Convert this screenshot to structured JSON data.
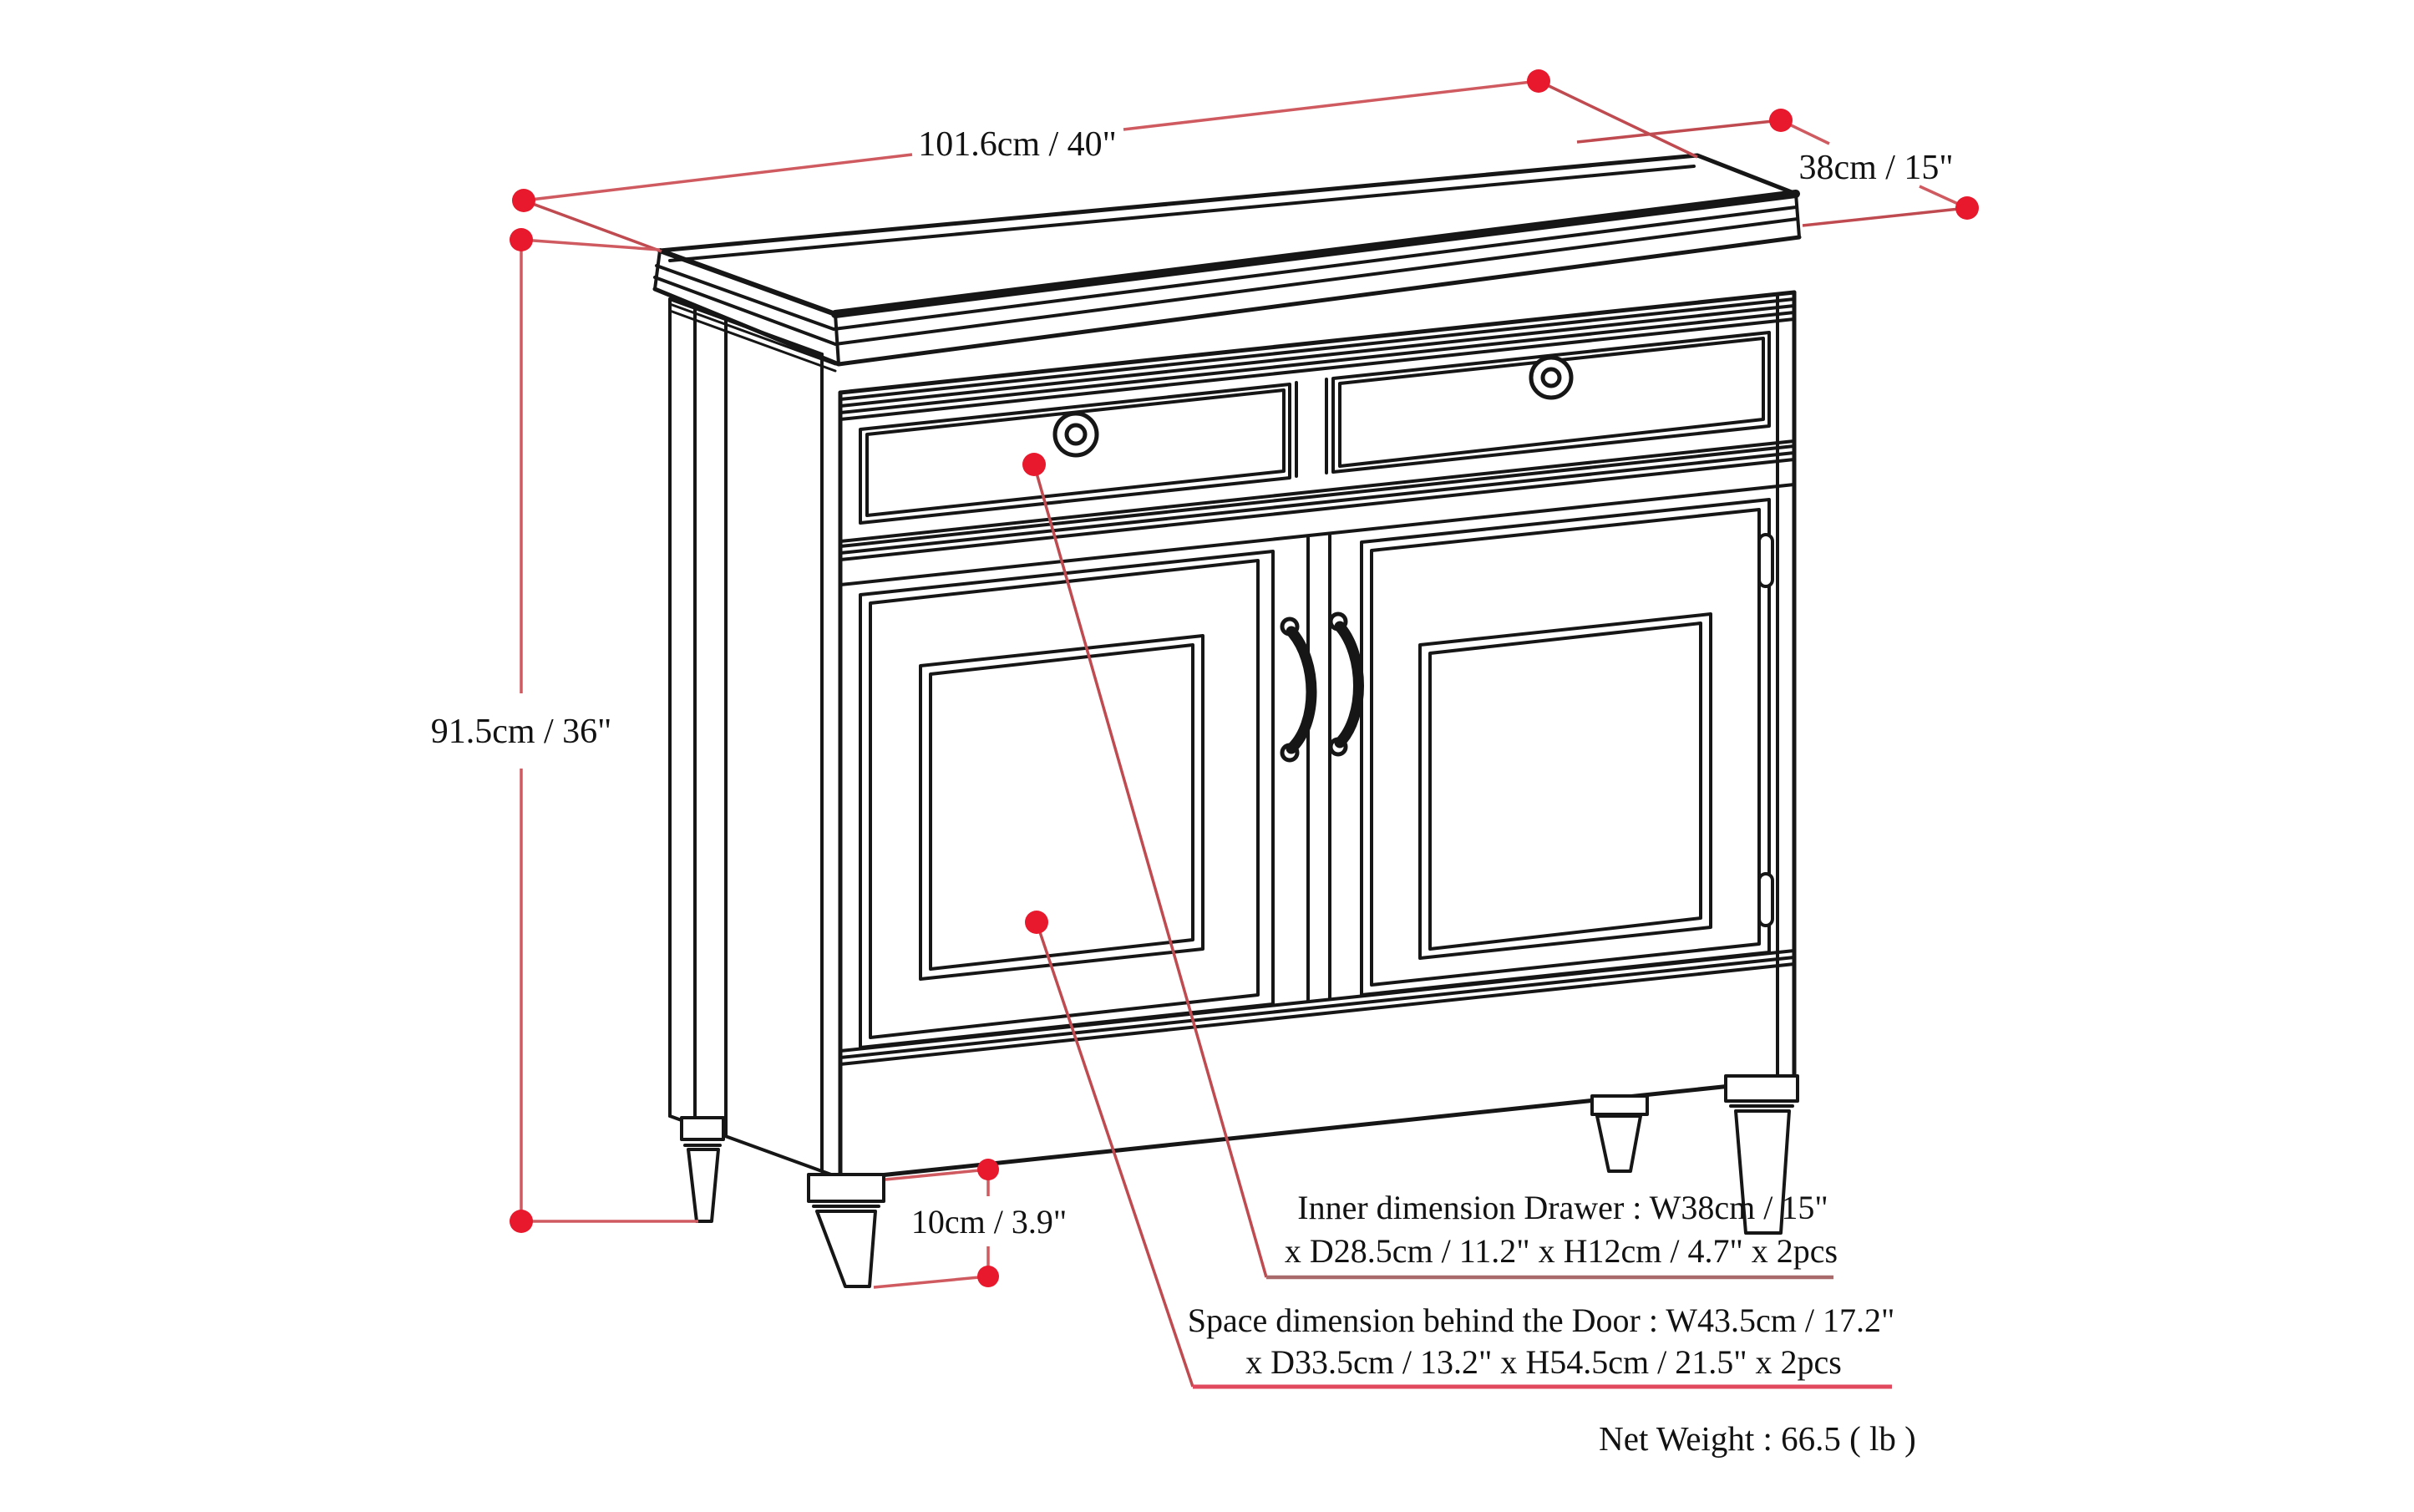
{
  "dimensions": {
    "width": "101.6cm / 40\"",
    "depth": "38cm / 15\"",
    "height": "91.5cm / 36\"",
    "leg_height": "10cm / 3.9\""
  },
  "annotations": {
    "drawer": {
      "line1": "Inner dimension Drawer : W38cm / 15\"",
      "line2": "x D28.5cm / 11.2\" x H12cm / 4.7\" x 2pcs"
    },
    "door": {
      "line1": "Space dimension behind the Door  : W43.5cm / 17.2\"",
      "line2": "x D33.5cm / 13.2\" x H54.5cm / 21.5\" x 2pcs"
    },
    "net_weight": "Net Weight : 66.5 ( lb )"
  },
  "colors": {
    "marker_dot": "#e8192c",
    "dimension_line": "#cf5a60",
    "leader_line": "#bf4a50",
    "drawer_underline": "#a86a6a",
    "door_underline": "#e0495e",
    "drawing_ink": "#161616"
  }
}
